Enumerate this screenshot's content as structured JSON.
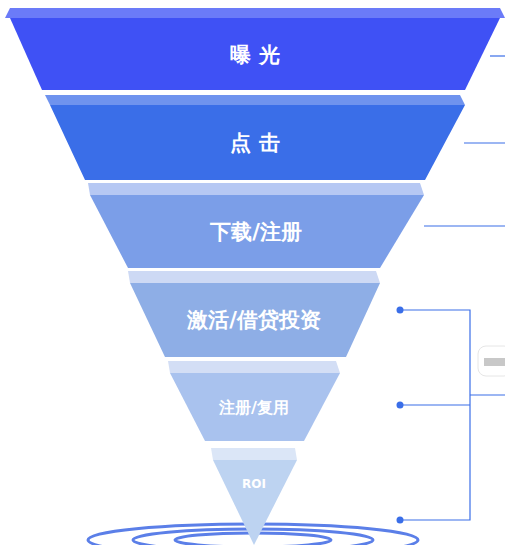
{
  "diagram": {
    "nodes": [
      {
        "text": [
          "曝 光"
        ]
      },
      {
        "text": [
          "点 击"
        ]
      },
      {
        "text": [
          "下载/注册"
        ]
      },
      {
        "text": [
          "激活/借贷投资"
        ]
      },
      {
        "text": [
          "注册/复用"
        ]
      },
      {
        "text": [
          "ROI"
        ]
      }
    ]
  }
}
